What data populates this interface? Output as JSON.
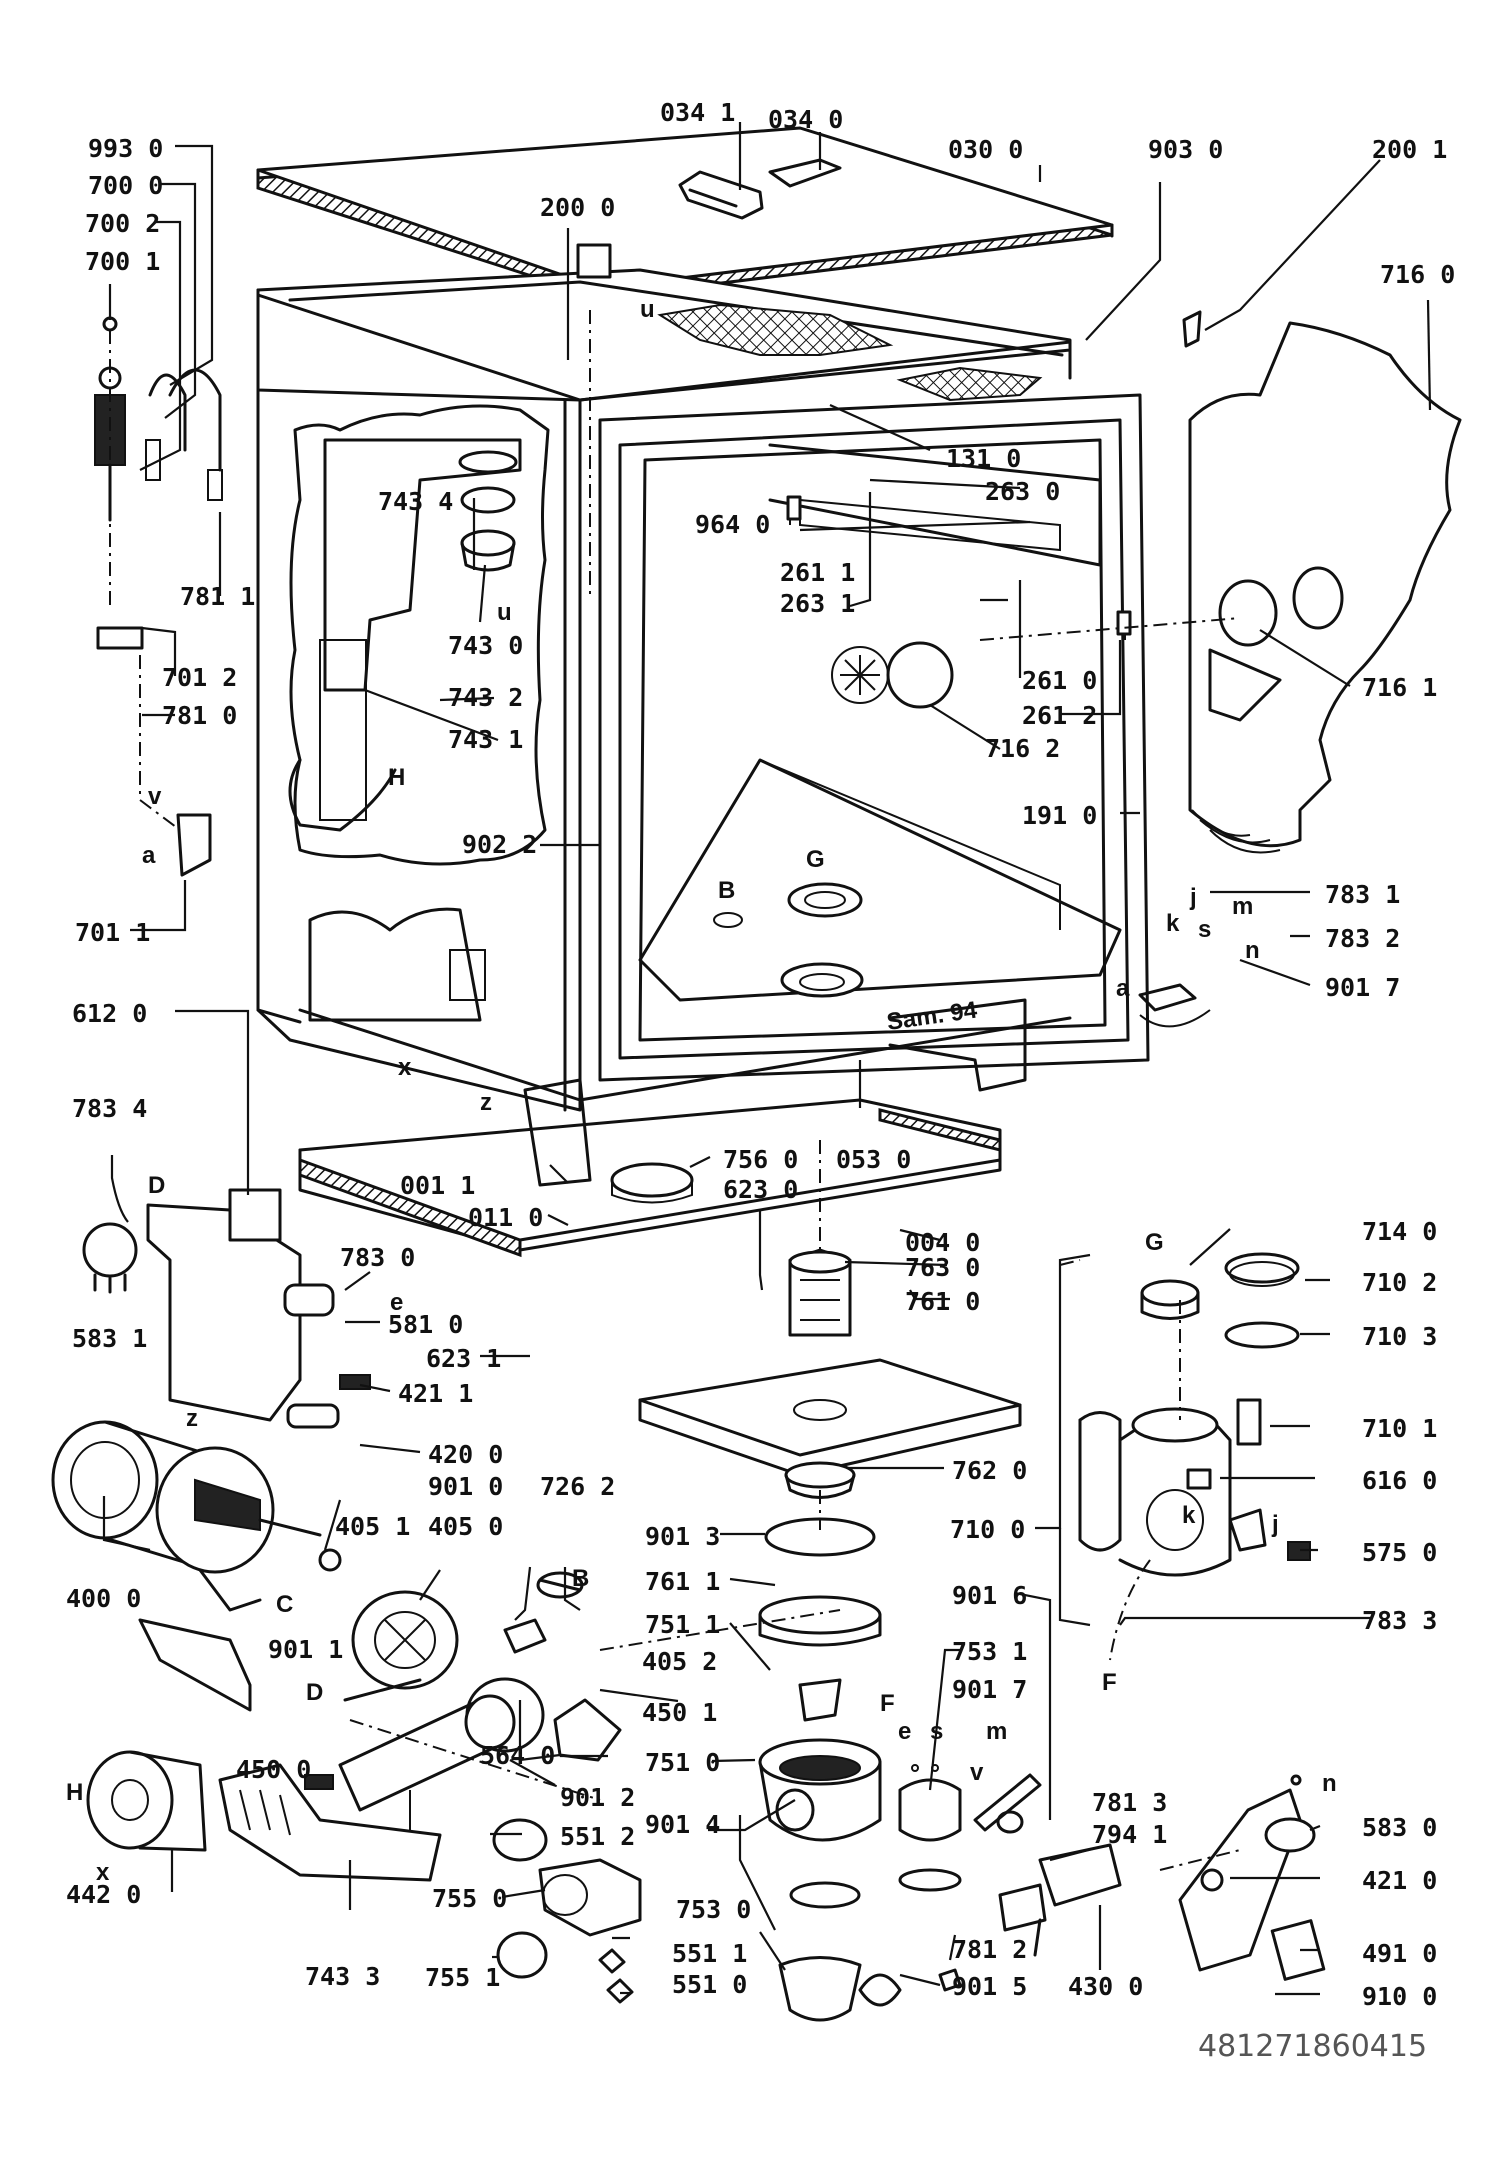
{
  "document_code": "481271860415",
  "stamp": "Sam. 94",
  "part_labels": {
    "p993_0": "993 0",
    "p700_0": "700 0",
    "p700_2": "700 2",
    "p700_1": "700 1",
    "p781_1": "781 1",
    "p701_2": "701 2",
    "p781_0": "781 0",
    "p701_1": "701 1",
    "p034_1": "034 1",
    "p034_0": "034 0",
    "p030_0": "030 0",
    "p903_0": "903 0",
    "p200_1": "200 1",
    "p200_0": "200 0",
    "p716_0": "716 0",
    "p131_0": "131 0",
    "p263_0": "263 0",
    "p964_0": "964 0",
    "p743_4": "743 4",
    "p743_0": "743 0",
    "p743_2": "743 2",
    "p743_1": "743 1",
    "p261_1": "261 1",
    "p263_1": "263 1",
    "p261_0": "261 0",
    "p261_2": "261 2",
    "p716_1": "716 1",
    "p716_2": "716 2",
    "p191_0": "191 0",
    "p902_2": "902 2",
    "p783_1": "783 1",
    "p783_2": "783 2",
    "p901_7a": "901 7",
    "p612_0": "612 0",
    "p783_4": "783 4",
    "p583_1": "583 1",
    "p001_1": "001 1",
    "p011_0": "011 0",
    "p756_0": "756 0",
    "p623_0": "623 0",
    "p053_0": "053 0",
    "p004_0": "004 0",
    "p763_0": "763 0",
    "p761_0": "761 0",
    "p783_0": "783 0",
    "p581_0": "581 0",
    "p623_1": "623 1",
    "p421_1": "421 1",
    "p420_0": "420 0",
    "p714_0": "714 0",
    "p710_2": "710 2",
    "p710_3": "710 3",
    "p710_1": "710 1",
    "p616_0": "616 0",
    "p710_0": "710 0",
    "p575_0": "575 0",
    "p783_3": "783 3",
    "p762_0": "762 0",
    "p901_0": "901 0",
    "p726_2": "726 2",
    "p405_1": "405 1",
    "p405_0": "405 0",
    "p400_0": "400 0",
    "p901_3": "901 3",
    "p761_1": "761 1",
    "p751_1": "751 1",
    "p901_6": "901 6",
    "p753_1": "753 1",
    "p901_7b": "901 7",
    "p901_1": "901 1",
    "p405_2": "405 2",
    "p450_1": "450 1",
    "p450_0": "450 0",
    "p564_0": "564 0",
    "p751_0": "751 0",
    "p781_3": "781 3",
    "p794_1": "794 1",
    "p583_0": "583 0",
    "p421_0": "421 0",
    "p901_2": "901 2",
    "p551_2": "551 2",
    "p901_4": "901 4",
    "p755_0": "755 0",
    "p753_0": "753 0",
    "p781_2": "781 2",
    "p491_0": "491 0",
    "p442_0": "442 0",
    "p743_3": "743 3",
    "p755_1": "755 1",
    "p551_1": "551 1",
    "p551_0": "551 0",
    "p901_5": "901 5",
    "p430_0": "430 0",
    "p910_0": "910 0"
  },
  "connection_letters": {
    "u_top": "u",
    "u_mid": "u",
    "v_left": "v",
    "a_left": "a",
    "H_mid": "H",
    "B_tub": "B",
    "G_tub": "G",
    "x_base": "x",
    "z_base": "z",
    "D_left": "D",
    "e_pressure": "e",
    "z_frame": "z",
    "k_conn": "k",
    "s_conn": "s",
    "j_conn": "j",
    "m_conn": "m",
    "n_conn": "n",
    "a_right": "a",
    "G_right": "G",
    "k_soft": "k",
    "j_soft": "j",
    "F_hose": "F",
    "C_pump": "C",
    "B_pipe": "B",
    "D_pump": "D",
    "F_sump": "F",
    "e_sump": "e",
    "s_sump": "s",
    "m_sump": "m",
    "v_sump": "v",
    "H_fan": "H",
    "x_fan": "x",
    "n_valve": "n"
  }
}
